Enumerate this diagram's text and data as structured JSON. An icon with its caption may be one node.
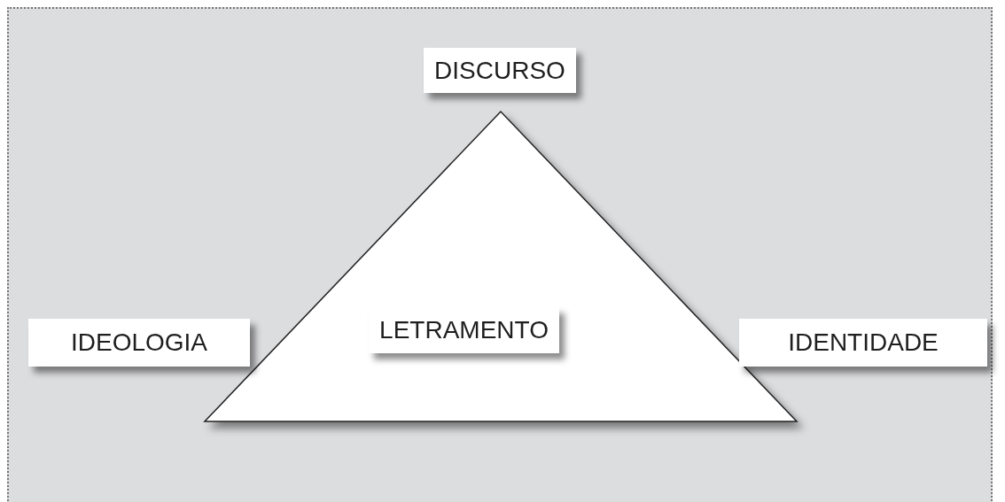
{
  "diagram": {
    "nodes": [
      {
        "text": [
          "DISCURSO"
        ]
      },
      {
        "text": [],
        "shape": "triangle"
      },
      {
        "text": [
          "LETRAMENTO"
        ],
        "in": 1
      },
      {
        "text": [
          "IDEOLOGIA"
        ]
      },
      {
        "text": [
          "IDENTIDADE"
        ]
      }
    ]
  }
}
